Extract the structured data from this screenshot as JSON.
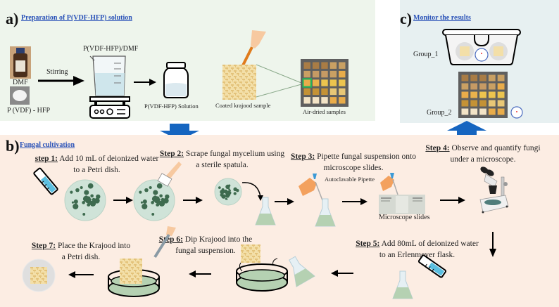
{
  "panels": {
    "a": {
      "letter": "a)",
      "title": "Preparation of P(VDF-HFP) solution",
      "labels": {
        "dmf": "DMF",
        "pvdf": "P (VDF) - HFP",
        "stirring": "Stirring",
        "mixture": "P(VDF-HFP)/DMF",
        "solution": "P(VDF-HFP) Solution",
        "coated": "Coated krajood sample",
        "airdried": "Air-dried samples"
      }
    },
    "b": {
      "letter": "b)",
      "title": "Fungal cultivation",
      "steps": [
        {
          "num": "step 1:",
          "line1": " Add 10 mL of deionized water",
          "line2": "to a Petri dish."
        },
        {
          "num": "Step 2:",
          "line1": " Scrape fungal mycelium using",
          "line2": "a sterile spatula."
        },
        {
          "num": "Step 3:",
          "line1": " Pipette fungal suspension onto",
          "line2": "microscope slides."
        },
        {
          "num": "Step 4:",
          "line1": " Observe and quantify fungi",
          "line2": "under a microscope."
        },
        {
          "num": "Step 5:",
          "line1": " Add 80mL of deionized water",
          "line2": "to an Erlenmeyer flask."
        },
        {
          "num": "Step 6:",
          "line1": " Dip Krajood into the",
          "line2": "fungal suspension."
        },
        {
          "num": "Step 7:",
          "line1": " Place the Krajood into",
          "line2": "a Petri dish."
        }
      ],
      "labels": {
        "pipette": "Autoclavable Pipette",
        "slides": "Microscope slides"
      }
    },
    "c": {
      "letter": "c)",
      "title": "Monitor the results",
      "group1": "Group_1",
      "group2": "Group_2"
    }
  },
  "colors": {
    "panel_a_bg": "#eef5ec",
    "panel_b_bg": "#fcede3",
    "panel_c_bg": "#e7f0f1",
    "flow_arrow": "#1565c0",
    "link": "#2a52b8",
    "fungus": "#3e6b4f",
    "suspension": "#b5d1b2"
  },
  "sample_grid": [
    [
      "#a97c45",
      "#a97c45",
      "#a97c45",
      "#c9a063",
      "#c9a063"
    ],
    [
      "#c9a063",
      "#c69a64",
      "#c69a64",
      "#c9a063",
      "#e9ac4a"
    ],
    [
      "#e9ac4a",
      "#eab24c",
      "#ecc44e",
      "#ecc44e",
      "#ecc44e"
    ],
    [
      "#c49236",
      "#c49236",
      "#c49236",
      "#e8c776",
      "#e8c776"
    ],
    [
      "#f2e3c6",
      "#f2e3c6",
      "#f2e3c6",
      "#e9ac4a",
      "#e9ac4a"
    ]
  ]
}
